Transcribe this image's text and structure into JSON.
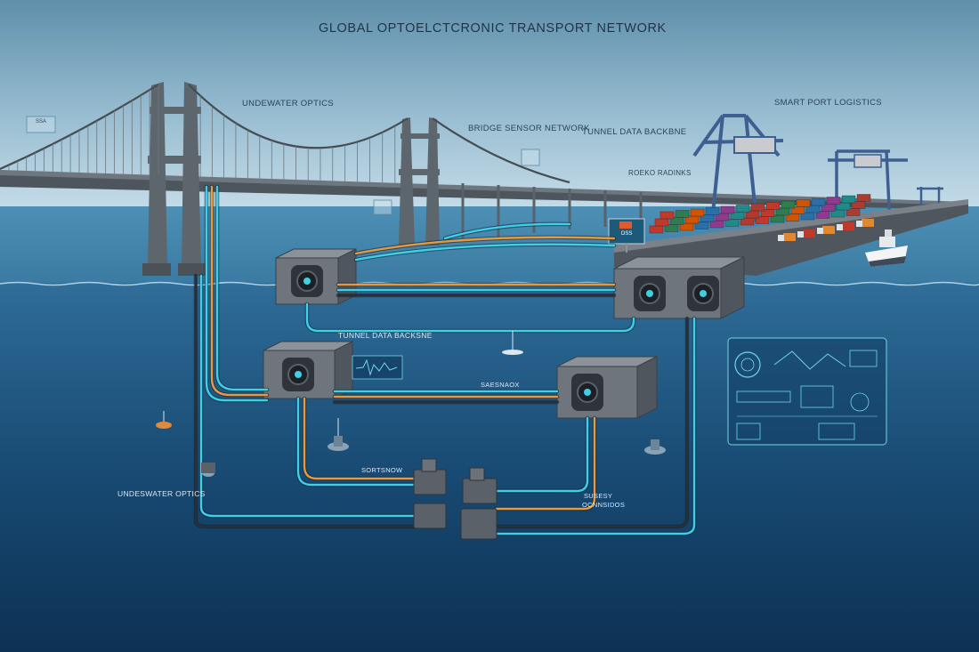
{
  "title": "GLOBAL OPTOELCTCRONIC TRANSPORT NETWORK",
  "labels": {
    "underwater_optics_top": "UNDEWATER OPTICS",
    "bridge_sensor_network": "BRIDGE SENSOR NETWORK",
    "tunnel_data_backbone_top": "TUNNEL DATA BACKBNE",
    "smart_port_logistics": "SMART PORT LOGISTICS",
    "roadside_label": "ROEKO RADINKS",
    "tunnel_data_backbone_mid": "TUNNEL DATA BACKSNE",
    "subsea_mid": "SAESNAOX",
    "subsea_left": "SORTSNOW",
    "underwater_optics_bottom": "UNDESWATER OPTICS",
    "subsea_right_1": "SUSESY",
    "subsea_right_2": "OCNNSIDOS",
    "gauge_sign": "SSA",
    "road_sign": "OSS"
  },
  "colors": {
    "sky_top": "#5f8fab",
    "sky_horizon": "#c5dce8",
    "sea_surface": "#3f7fa8",
    "deep_water": "#0d3154",
    "bridge": "#5d656d",
    "tunnel": "#6e757c",
    "fiber_cyan": "#3fd0e6",
    "fiber_orange": "#e89a3a",
    "crane": "#3f5f90"
  },
  "icons": [
    "bridge-tower-icon",
    "port-crane-icon",
    "ship-icon",
    "buoy-icon",
    "sensor-node-icon",
    "dashboard-hud-icon"
  ]
}
